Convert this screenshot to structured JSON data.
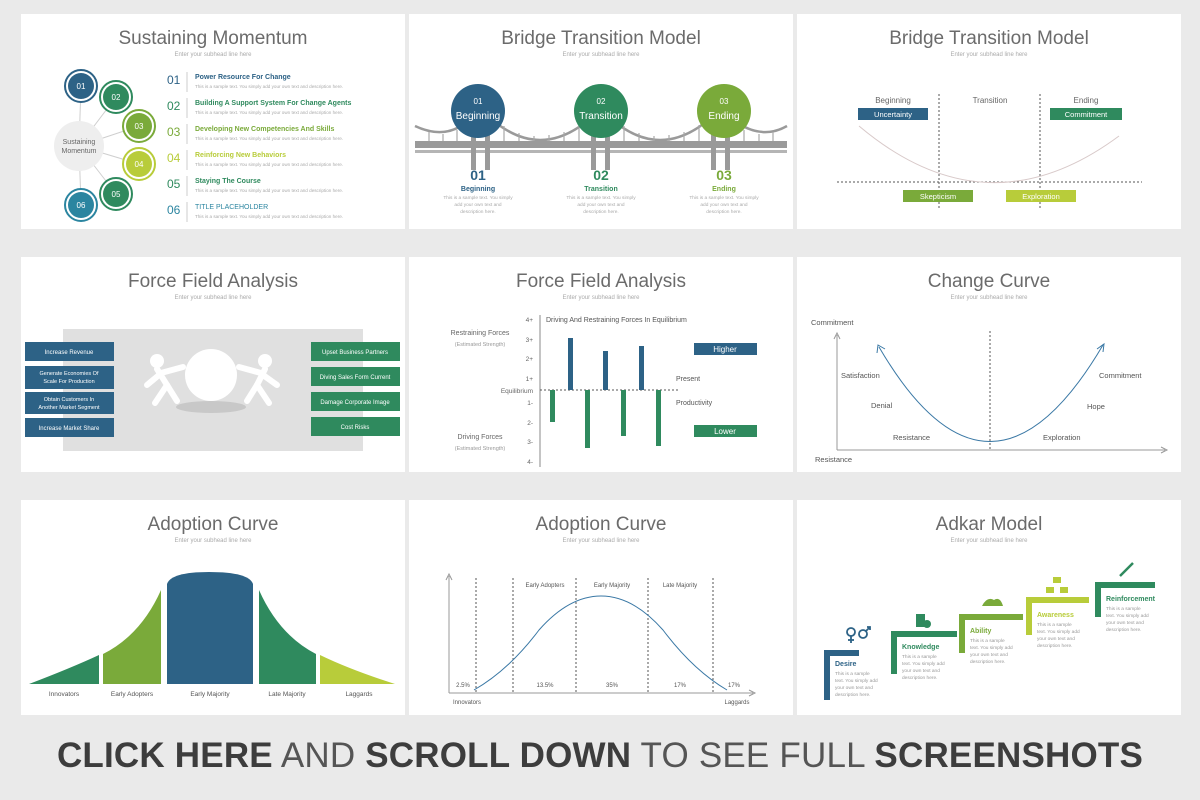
{
  "slides": {
    "sustaining": {
      "title": "Sustaining Momentum",
      "subtitle": "Enter your subhead line here",
      "center": [
        "Sustaining",
        "Momentum"
      ],
      "items": [
        {
          "num": "01",
          "label": "Power Resource For Change",
          "color": "#2d6286"
        },
        {
          "num": "02",
          "label": "Building A Support System For Change Agents",
          "color": "#2f8a5e"
        },
        {
          "num": "03",
          "label": "Developing New Competencies And Skills",
          "color": "#7aaa3a"
        },
        {
          "num": "04",
          "label": "Reinforcing New Behaviors",
          "color": "#b8cc3a"
        },
        {
          "num": "05",
          "label": "Staying The Course",
          "color": "#2f8a5e"
        },
        {
          "num": "06",
          "label": "TITLE PLACEHOLDER",
          "color": "#2b85a0"
        }
      ],
      "desc": "This is a sample text. You simply add your own text and description here."
    },
    "bridge1": {
      "title": "Bridge Transition Model",
      "subtitle": "Enter your subhead line here",
      "stages": [
        {
          "num": "01",
          "label": "Beginning",
          "color": "#2d6286"
        },
        {
          "num": "02",
          "label": "Transition",
          "color": "#2f8a5e"
        },
        {
          "num": "03",
          "label": "Ending",
          "color": "#7aaa3a"
        }
      ],
      "desc": [
        "This is a sample text. You simply",
        "add your own text and",
        "description here."
      ]
    },
    "bridge2": {
      "title": "Bridge Transition Model",
      "subtitle": "Enter your subhead line here",
      "phases": [
        "Beginning",
        "Transition",
        "Ending"
      ],
      "top_boxes": [
        "Uncertainty",
        "Commitment"
      ],
      "bottom_boxes": [
        "Skepticism",
        "Exploration"
      ]
    },
    "force1": {
      "title": "Force Field Analysis",
      "subtitle": "Enter your subhead line here",
      "left": [
        "Increase Revenue",
        "Generate Economies Of Scale For Production",
        "Obtain Customers In Another Market Segment",
        "Increase Market Share"
      ],
      "right": [
        "Upset Business Partners",
        "Diving Sales Form Current",
        "Damage Corporate Image",
        "Cost Risks"
      ]
    },
    "force2": {
      "title": "Force Field Analysis",
      "subtitle": "Enter your subhead line here",
      "chart_title": "Driving And Restraining Forces In Equilibrium",
      "y_ticks": [
        "4+",
        "3+",
        "2+",
        "1+",
        "Equilibrium",
        "1-",
        "2-",
        "3-",
        "4-"
      ],
      "restraining": "Restraining Forces",
      "driving": "Driving Forces",
      "estimated": "(Estimated Strength)",
      "higher": "Higher",
      "lower": "Lower",
      "present": "Present",
      "productivity": "Productivity"
    },
    "changecurve": {
      "title": "Change Curve",
      "subtitle": "Enter your subhead line here",
      "labels": {
        "commitment_axis": "Commitment",
        "resistance_axis": "Resistance",
        "satisfaction": "Satisfaction",
        "denial": "Denial",
        "resistance": "Resistance",
        "exploration": "Exploration",
        "hope": "Hope",
        "commitment": "Commitment"
      }
    },
    "adoption1": {
      "title": "Adoption Curve",
      "subtitle": "Enter your subhead line here",
      "labels": [
        "Innovators",
        "Early Adopters",
        "Early Majority",
        "Late Majority",
        "Laggards"
      ]
    },
    "adoption2": {
      "title": "Adoption Curve",
      "subtitle": "Enter your subhead line here",
      "top_labels": [
        "Early Adopters",
        "Early Majority",
        "Late Majority"
      ],
      "percents": [
        "2.5%",
        "13.5%",
        "35%",
        "17%",
        "17%"
      ],
      "x_left": "Innovators",
      "x_right": "Laggards"
    },
    "adkar": {
      "title": "Adkar Model",
      "subtitle": "Enter your subhead line here",
      "steps": [
        {
          "label": "Desire",
          "color": "#2d6286"
        },
        {
          "label": "Knowledge",
          "color": "#2f8a5e"
        },
        {
          "label": "Ability",
          "color": "#7aaa3a"
        },
        {
          "label": "Awareness",
          "color": "#b8cc3a"
        },
        {
          "label": "Reinforcement",
          "color": "#2f8a5e"
        }
      ],
      "desc": [
        "This is a sample",
        "text. You simply add",
        "your own text and",
        "description here."
      ]
    }
  },
  "colors": {
    "navy": "#2d6286",
    "green": "#2f8a5e",
    "olive": "#7aaa3a",
    "lime": "#b8cc3a",
    "teal": "#2b85a0"
  },
  "banner": {
    "part1": "CLICK HERE",
    "part2": " AND ",
    "part3": "SCROLL DOWN",
    "part4": " TO SEE FULL ",
    "part5": "SCREENSHOTS"
  }
}
